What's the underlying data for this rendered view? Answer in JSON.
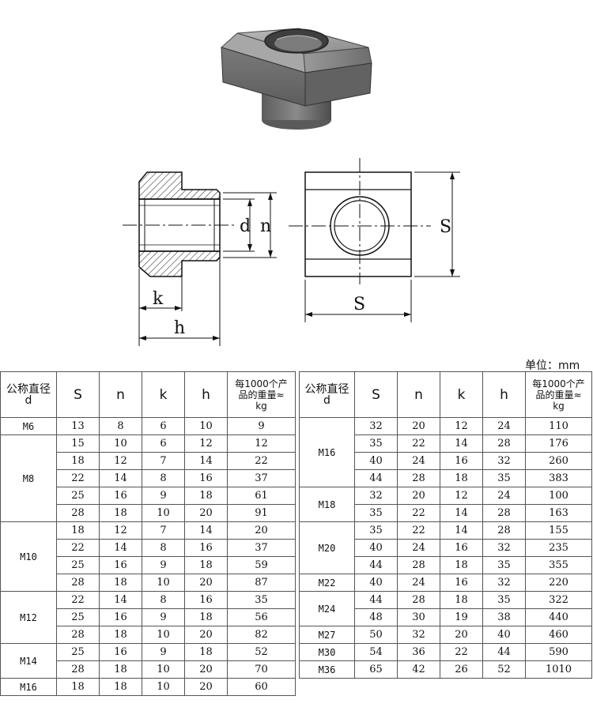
{
  "unit_label": "单位：mm",
  "drawing_labels": {
    "d": "d",
    "n": "n",
    "k": "k",
    "h": "h",
    "S_right": "S",
    "S_bottom": "S"
  },
  "table_headers": {
    "nominal": "公称直径\nd",
    "S": "S",
    "n": "n",
    "k": "k",
    "h": "h",
    "weight": "每1000个产\n品的重量≈\nkg"
  },
  "left_table": [
    {
      "size": "M6",
      "rows": [
        [
          "13",
          "8",
          "6",
          "10",
          "9"
        ]
      ]
    },
    {
      "size": "M8",
      "rows": [
        [
          "15",
          "10",
          "6",
          "12",
          "12"
        ],
        [
          "18",
          "12",
          "7",
          "14",
          "22"
        ],
        [
          "22",
          "14",
          "8",
          "16",
          "37"
        ],
        [
          "25",
          "16",
          "9",
          "18",
          "61"
        ],
        [
          "28",
          "18",
          "10",
          "20",
          "91"
        ]
      ]
    },
    {
      "size": "M10",
      "rows": [
        [
          "18",
          "12",
          "7",
          "14",
          "20"
        ],
        [
          "22",
          "14",
          "8",
          "16",
          "37"
        ],
        [
          "25",
          "16",
          "9",
          "18",
          "59"
        ],
        [
          "28",
          "18",
          "10",
          "20",
          "87"
        ]
      ]
    },
    {
      "size": "M12",
      "rows": [
        [
          "22",
          "14",
          "8",
          "16",
          "35"
        ],
        [
          "25",
          "16",
          "9",
          "18",
          "56"
        ],
        [
          "28",
          "18",
          "10",
          "20",
          "82"
        ]
      ]
    },
    {
      "size": "M14",
      "rows": [
        [
          "25",
          "16",
          "9",
          "18",
          "52"
        ],
        [
          "28",
          "18",
          "10",
          "20",
          "70"
        ]
      ]
    },
    {
      "size": "M16",
      "rows": [
        [
          "18",
          "18",
          "10",
          "20",
          "60"
        ]
      ]
    }
  ],
  "right_table": [
    {
      "size": "M16",
      "rows": [
        [
          "32",
          "20",
          "12",
          "24",
          "110"
        ],
        [
          "35",
          "22",
          "14",
          "28",
          "176"
        ],
        [
          "40",
          "24",
          "16",
          "32",
          "260"
        ],
        [
          "44",
          "28",
          "18",
          "35",
          "383"
        ]
      ]
    },
    {
      "size": "M18",
      "rows": [
        [
          "32",
          "20",
          "12",
          "24",
          "100"
        ],
        [
          "35",
          "22",
          "14",
          "28",
          "163"
        ]
      ]
    },
    {
      "size": "M20",
      "rows": [
        [
          "35",
          "22",
          "14",
          "28",
          "155"
        ],
        [
          "40",
          "24",
          "16",
          "32",
          "235"
        ],
        [
          "44",
          "28",
          "18",
          "35",
          "355"
        ]
      ]
    },
    {
      "size": "M22",
      "rows": [
        [
          "40",
          "24",
          "16",
          "32",
          "220"
        ]
      ]
    },
    {
      "size": "M24",
      "rows": [
        [
          "44",
          "28",
          "18",
          "35",
          "322"
        ],
        [
          "48",
          "30",
          "19",
          "38",
          "440"
        ]
      ]
    },
    {
      "size": "M27",
      "rows": [
        [
          "50",
          "32",
          "20",
          "40",
          "460"
        ]
      ]
    },
    {
      "size": "M30",
      "rows": [
        [
          "54",
          "36",
          "22",
          "44",
          "590"
        ]
      ]
    },
    {
      "size": "M36",
      "rows": [
        [
          "65",
          "42",
          "26",
          "52",
          "1010"
        ]
      ]
    }
  ]
}
